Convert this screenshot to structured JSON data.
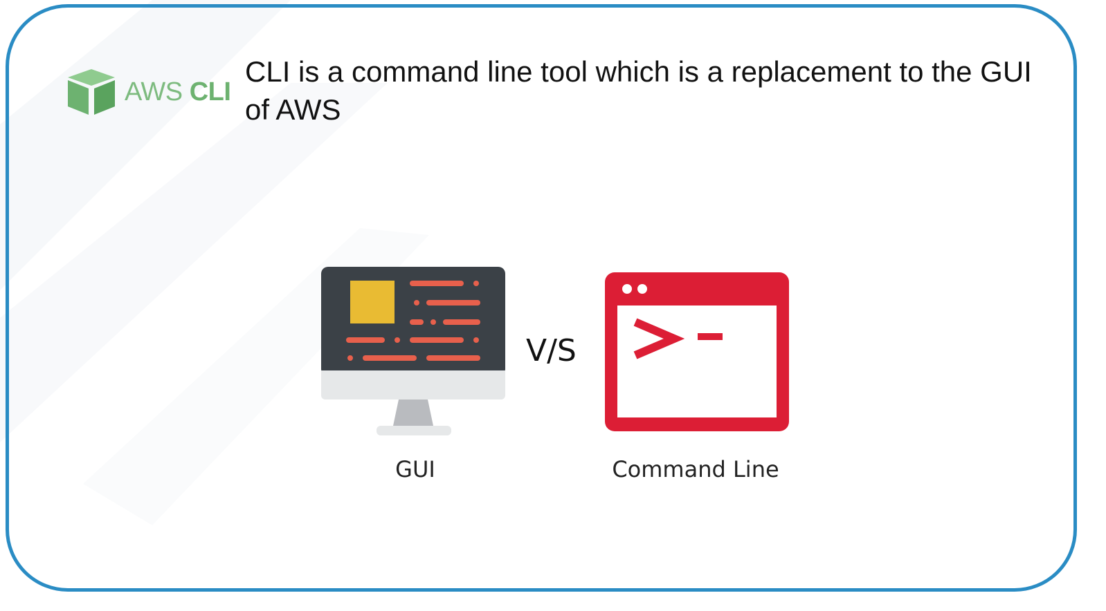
{
  "logo": {
    "text_aws": "AWS",
    "text_cli": "CLI",
    "icon": "cube-icon",
    "color": "#6db270"
  },
  "headline": "CLI is a command line tool which is a replacement to the GUI of AWS",
  "comparison": {
    "left_caption": "GUI",
    "vs_label": "V/S",
    "right_caption": "Command Line",
    "left_icon": "monitor-icon",
    "right_icon": "terminal-window-icon",
    "terminal_prompt": ">-"
  },
  "colors": {
    "frame": "#2a8cc4",
    "terminal_red": "#dc1e35",
    "monitor_dark": "#3b4147",
    "monitor_accent": "#e9bb33",
    "monitor_lines": "#e8604c"
  }
}
